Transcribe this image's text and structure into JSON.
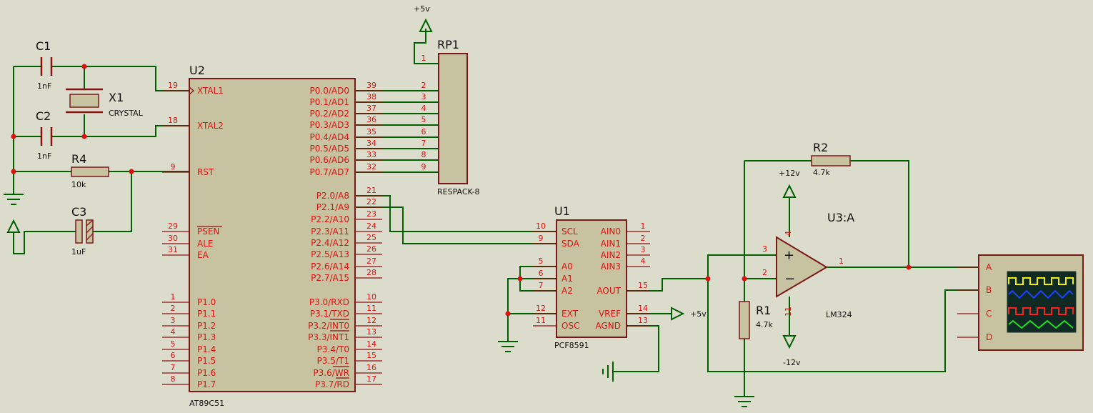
{
  "components": {
    "u2": {
      "ref": "U2",
      "part": "AT89C51"
    },
    "u1": {
      "ref": "U1",
      "part": "PCF8591"
    },
    "u3": {
      "ref": "U3:A",
      "part": "LM324"
    },
    "rp1": {
      "ref": "RP1",
      "part": "RESPACK-8"
    },
    "c1": {
      "ref": "C1",
      "value": "1nF"
    },
    "c2": {
      "ref": "C2",
      "value": "1nF"
    },
    "c3": {
      "ref": "C3",
      "value": "1uF"
    },
    "x1": {
      "ref": "X1",
      "value": "CRYSTAL"
    },
    "r4": {
      "ref": "R4",
      "value": "10k"
    },
    "r1": {
      "ref": "R1",
      "value": "4.7k"
    },
    "r2": {
      "ref": "R2",
      "value": "4.7k"
    }
  },
  "power": {
    "p5v_top": "+5v",
    "p5v_vref": "+5v",
    "p12v": "+12v",
    "n12v": "-12v"
  },
  "u2_left_pins": [
    {
      "num": "19",
      "name": "XTAL1"
    },
    {
      "num": "18",
      "name": "XTAL2"
    },
    {
      "num": "9",
      "name": "RST"
    },
    {
      "num": "29",
      "name": "PSEN"
    },
    {
      "num": "30",
      "name": "ALE"
    },
    {
      "num": "31",
      "name": "EA"
    },
    {
      "num": "1",
      "name": "P1.0"
    },
    {
      "num": "2",
      "name": "P1.1"
    },
    {
      "num": "3",
      "name": "P1.2"
    },
    {
      "num": "4",
      "name": "P1.3"
    },
    {
      "num": "5",
      "name": "P1.4"
    },
    {
      "num": "6",
      "name": "P1.5"
    },
    {
      "num": "7",
      "name": "P1.6"
    },
    {
      "num": "8",
      "name": "P1.7"
    }
  ],
  "u2_right_pins": [
    {
      "num": "39",
      "name": "P0.0/AD0"
    },
    {
      "num": "38",
      "name": "P0.1/AD1"
    },
    {
      "num": "37",
      "name": "P0.2/AD2"
    },
    {
      "num": "36",
      "name": "P0.3/AD3"
    },
    {
      "num": "35",
      "name": "P0.4/AD4"
    },
    {
      "num": "34",
      "name": "P0.5/AD5"
    },
    {
      "num": "33",
      "name": "P0.6/AD6"
    },
    {
      "num": "32",
      "name": "P0.7/AD7"
    },
    {
      "num": "21",
      "name": "P2.0/A8"
    },
    {
      "num": "22",
      "name": "P2.1/A9"
    },
    {
      "num": "23",
      "name": "P2.2/A10"
    },
    {
      "num": "24",
      "name": "P2.3/A11"
    },
    {
      "num": "25",
      "name": "P2.4/A12"
    },
    {
      "num": "26",
      "name": "P2.5/A13"
    },
    {
      "num": "27",
      "name": "P2.6/A14"
    },
    {
      "num": "28",
      "name": "P2.7/A15"
    },
    {
      "num": "10",
      "name": "P3.0/RXD"
    },
    {
      "num": "11",
      "name": "P3.1/TXD"
    },
    {
      "num": "12",
      "name": "P3.2/INT0"
    },
    {
      "num": "13",
      "name": "P3.3/INT1"
    },
    {
      "num": "14",
      "name": "P3.4/T0"
    },
    {
      "num": "15",
      "name": "P3.5/T1"
    },
    {
      "num": "16",
      "name": "P3.6/WR"
    },
    {
      "num": "17",
      "name": "P3.7/RD"
    }
  ],
  "rp1_pins": [
    "1",
    "2",
    "3",
    "4",
    "5",
    "6",
    "7",
    "8",
    "9"
  ],
  "u1_left_pins": [
    {
      "num": "10",
      "name": "SCL"
    },
    {
      "num": "9",
      "name": "SDA"
    },
    {
      "num": "5",
      "name": "A0"
    },
    {
      "num": "6",
      "name": "A1"
    },
    {
      "num": "7",
      "name": "A2"
    },
    {
      "num": "12",
      "name": "EXT"
    },
    {
      "num": "11",
      "name": "OSC"
    }
  ],
  "u1_right_pins": [
    {
      "num": "1",
      "name": "AIN0"
    },
    {
      "num": "2",
      "name": "AIN1"
    },
    {
      "num": "3",
      "name": "AIN2"
    },
    {
      "num": "4",
      "name": "AIN3"
    },
    {
      "num": "15",
      "name": "AOUT"
    },
    {
      "num": "14",
      "name": "VREF"
    },
    {
      "num": "13",
      "name": "AGND"
    }
  ],
  "u3_pins": {
    "in_plus": "3",
    "in_minus": "2",
    "out": "1",
    "vcc": "4",
    "vee": "11",
    "plus_sign": "+",
    "minus_sign": "−"
  },
  "scope_channels": [
    "A",
    "B",
    "C",
    "D"
  ],
  "colors": {
    "background": "#dcdccc",
    "wire": "#006000",
    "pin_text": "#e01010",
    "body": "#c7c3a0",
    "outline": "#7a1818",
    "scope_ch_a": "#f0f000",
    "scope_ch_b": "#2040ff",
    "scope_ch_c": "#ff2020",
    "scope_ch_d": "#20e020"
  }
}
